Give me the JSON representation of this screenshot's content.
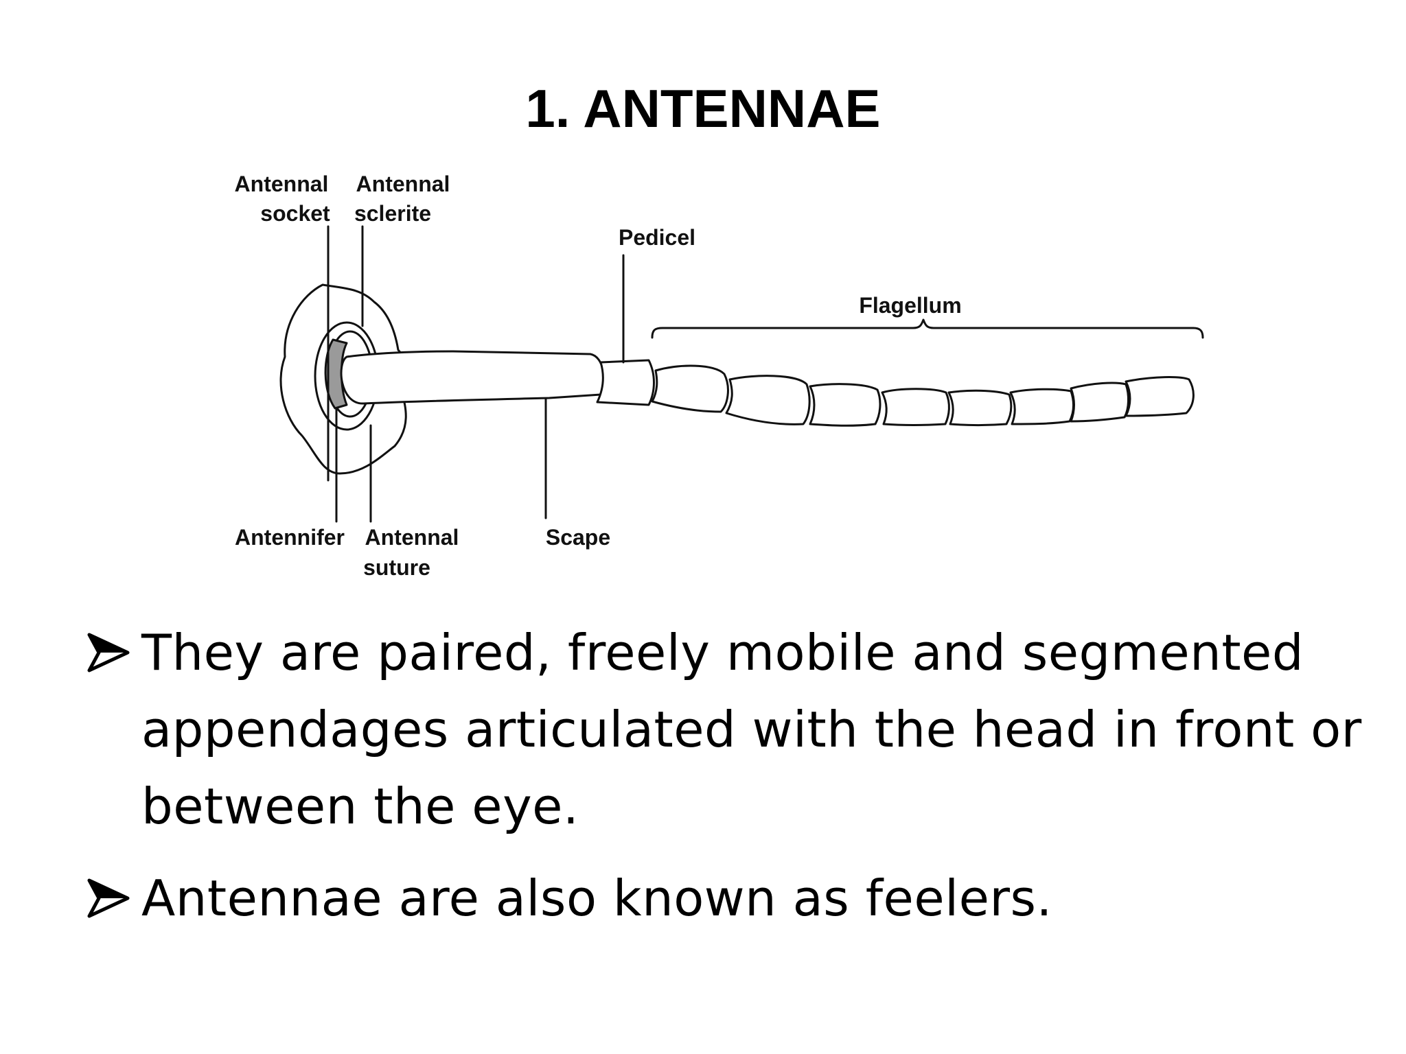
{
  "slide": {
    "title": "1. ANTENNAE"
  },
  "diagram": {
    "labels": {
      "antennal_socket": [
        "Antennal",
        "socket"
      ],
      "antennal_sclerite": [
        "Antennal",
        "sclerite"
      ],
      "pedicel": "Pedicel",
      "flagellum": "Flagellum",
      "antennifer": "Antennifer",
      "antennal_suture": [
        "Antennal",
        "suture"
      ],
      "scape": "Scape"
    }
  },
  "bullets": [
    {
      "icon": "arrow-bullet-icon",
      "text": "They are paired, freely mobile and segmented appendages articulated with the head in front or between the eye."
    },
    {
      "icon": "arrow-bullet-icon",
      "text": "Antennae are also known as feelers."
    }
  ]
}
